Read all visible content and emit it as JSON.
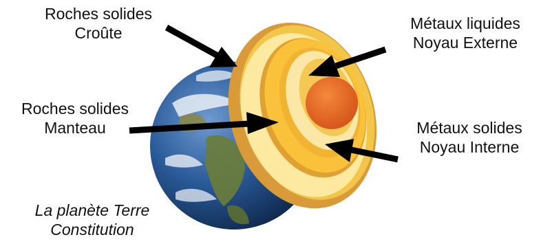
{
  "labels": {
    "crust": {
      "line1": "Roches solides",
      "line2": "Croûte"
    },
    "mantle": {
      "line1": "Roches solides",
      "line2": "Manteau"
    },
    "outer_core": {
      "line1": "Métaux liquides",
      "line2": "Noyau Externe"
    },
    "inner_core": {
      "line1": "Métaux solides",
      "line2": "Noyau Interne"
    }
  },
  "caption": {
    "line1": "La planète Terre",
    "line2": "Constitution"
  },
  "colors": {
    "ocean": "#1f4f8c",
    "cloud": "#e8eef5",
    "land": "#6b7d3a",
    "crust": "#d99a3a",
    "mantle": "#fdeaa0",
    "mantle_edge": "#f3c64a",
    "outer_core": "#f9c23a",
    "inner_core": "#fbe8a6",
    "core": "#ea6a24",
    "arrow": "#000000"
  }
}
